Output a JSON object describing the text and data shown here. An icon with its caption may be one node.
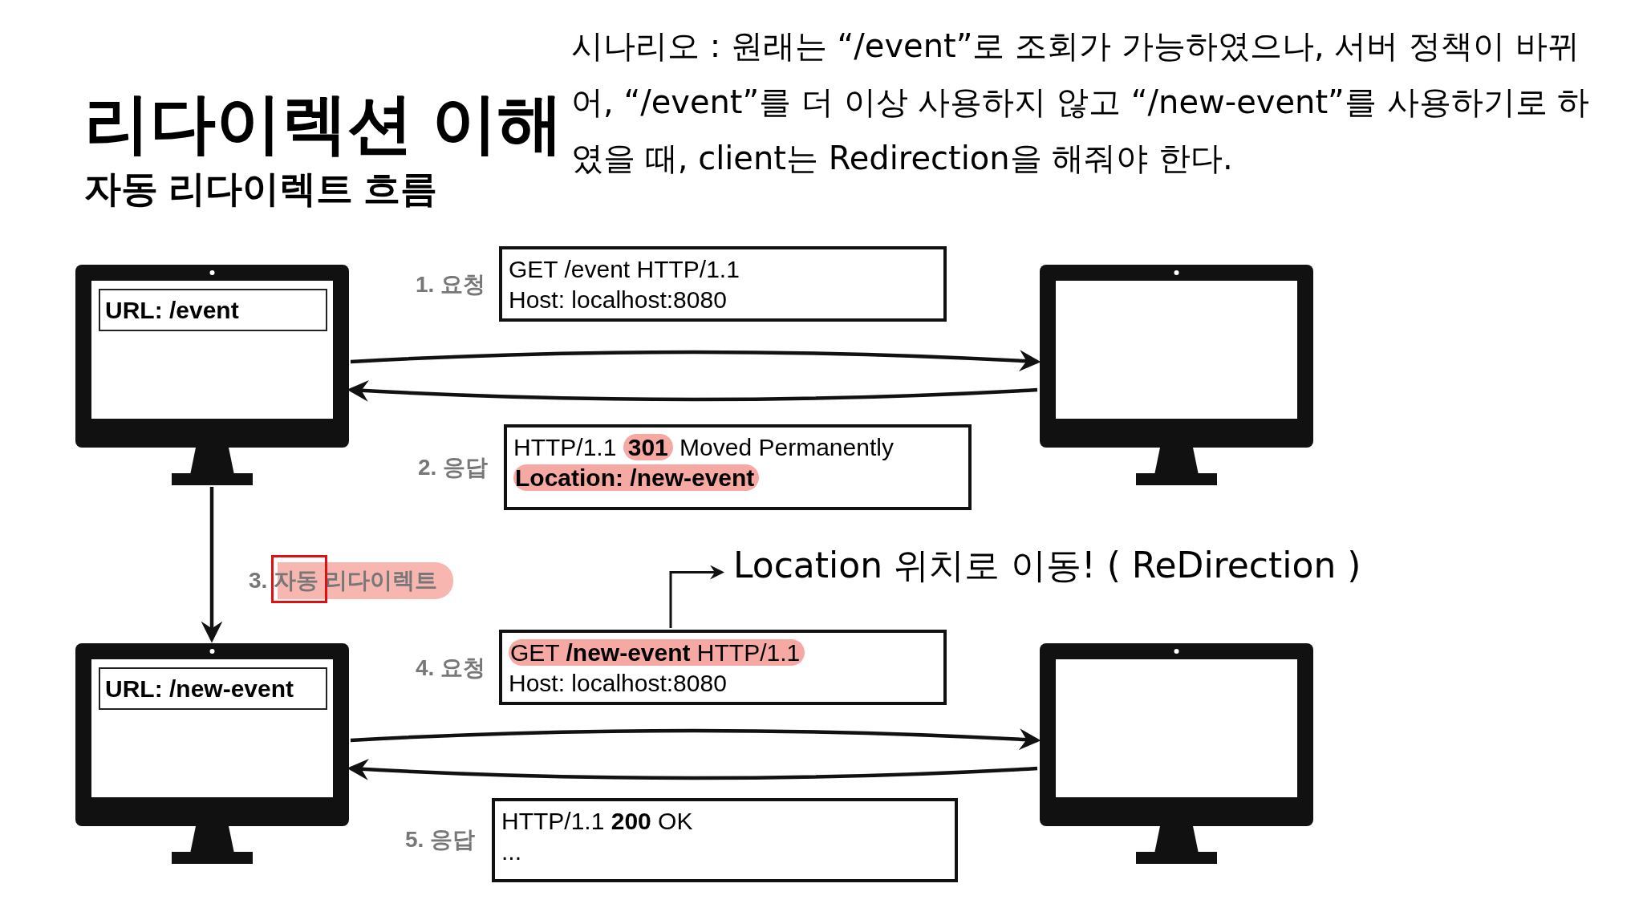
{
  "diagram": {
    "title": "리다이렉션 이해",
    "nodes": [
      {
        "text": [],
        "shape": "monitor"
      },
      {
        "text": [
          "URL: /event"
        ],
        "in": 0
      },
      {
        "text": [
          "GET /event HTTP/1.1",
          "Host: localhost:8080"
        ],
        "beside": [
          "1. 요청"
        ]
      },
      {
        "text": [],
        "shape": "monitor"
      },
      {
        "text": [
          "HTTP/1.1 **301** Moved Permanently",
          "**Location: /new-event**"
        ],
        "beside": [
          "2. 응답"
        ]
      },
      {
        "text": [],
        "shape": "monitor"
      },
      {
        "text": [
          "URL: /new-event"
        ],
        "in": 5
      },
      {
        "text": [
          "Location 위치로 이동! ( ReDirection )"
        ]
      },
      {
        "text": [
          "GET **/new-event** HTTP/1.1",
          "Host: localhost:8080"
        ],
        "beside": [
          "4. 요청"
        ]
      },
      {
        "text": [],
        "shape": "monitor"
      },
      {
        "text": [
          "HTTP/1.1 **200** OK",
          "..."
        ],
        "beside": [
          "5. 응답"
        ]
      }
    ],
    "edges": [
      {
        "from": 0,
        "to": 3,
        "arrow": "to"
      },
      {
        "from": 3,
        "to": 0,
        "arrow": "to"
      },
      {
        "from": 0,
        "to": 5,
        "arrow": "to",
        "label": "3. 자동 리다이렉트"
      },
      {
        "from": 8,
        "to": 7,
        "arrow": "to"
      },
      {
        "from": 5,
        "to": 9,
        "arrow": "to"
      },
      {
        "from": 9,
        "to": 5,
        "arrow": "to"
      }
    ],
    "labels": [
      "자동 리다이렉트 흐름",
      "시나리오 : 원래는 “/event”로 조회가 가능하였으나, 서버 정책이 바뀌어, “/event”를 더 이상 사용하지 않고 “/new-event”를 사용하기로 하였을 때, client는 Redirection을 해줘야 한다."
    ]
  }
}
